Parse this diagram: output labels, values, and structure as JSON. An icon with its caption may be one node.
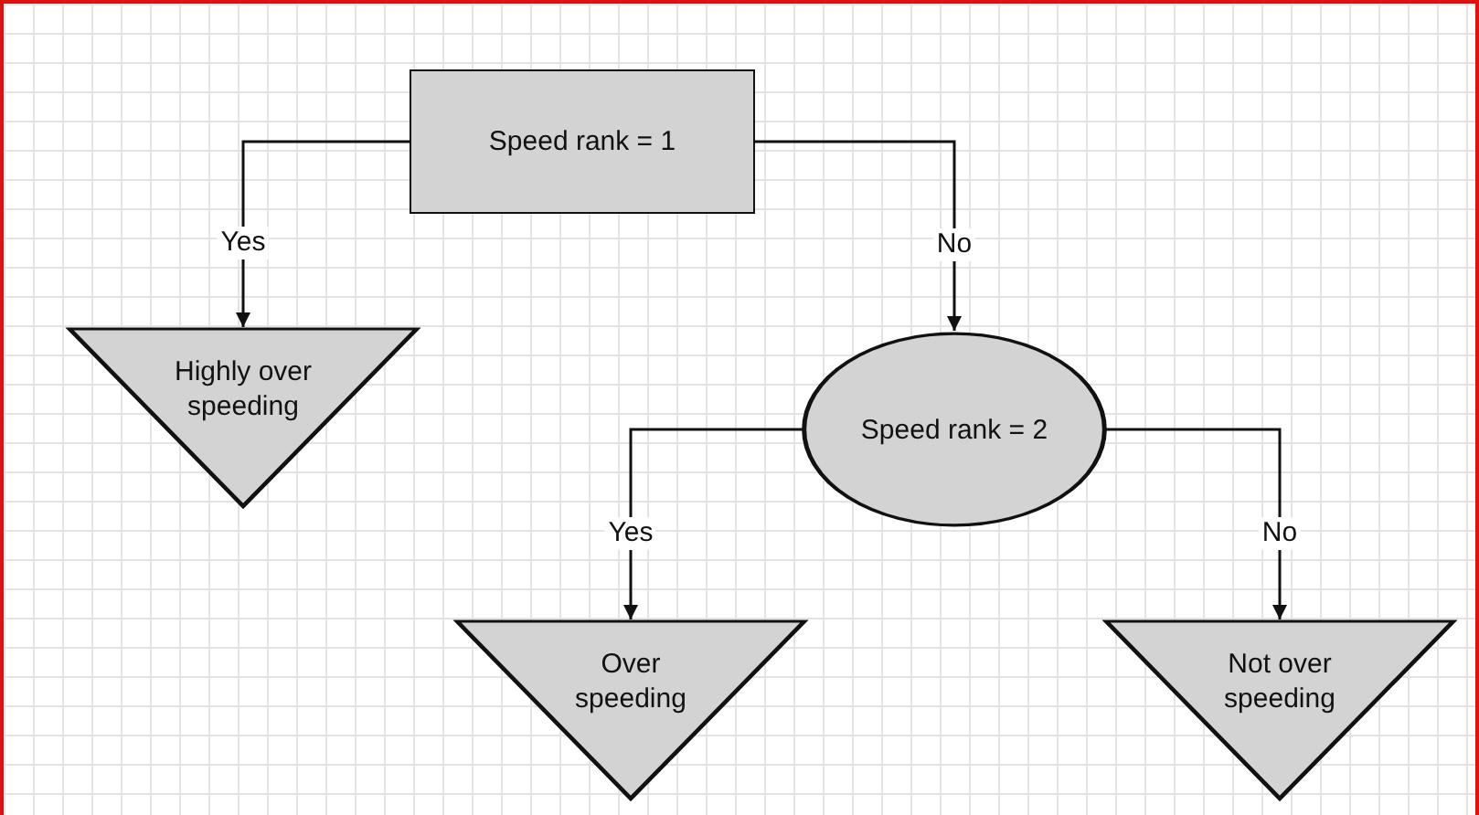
{
  "diagram": {
    "nodes": [
      {
        "text": [
          "Speed rank = 1"
        ]
      },
      {
        "text": [
          "Highly over speeding"
        ]
      },
      {
        "text": [
          "Speed rank = 2"
        ]
      },
      {
        "text": [
          "Over speeding"
        ]
      },
      {
        "text": [
          "Not over speeding"
        ]
      }
    ],
    "edges": [
      {
        "from": 0,
        "to": 1,
        "arrow": "to",
        "label": "Yes"
      },
      {
        "from": 0,
        "to": 2,
        "arrow": "to",
        "label": "No"
      },
      {
        "from": 2,
        "to": 3,
        "arrow": "to",
        "label": "Yes"
      },
      {
        "from": 2,
        "to": 4,
        "arrow": "to",
        "label": "No"
      }
    ]
  }
}
